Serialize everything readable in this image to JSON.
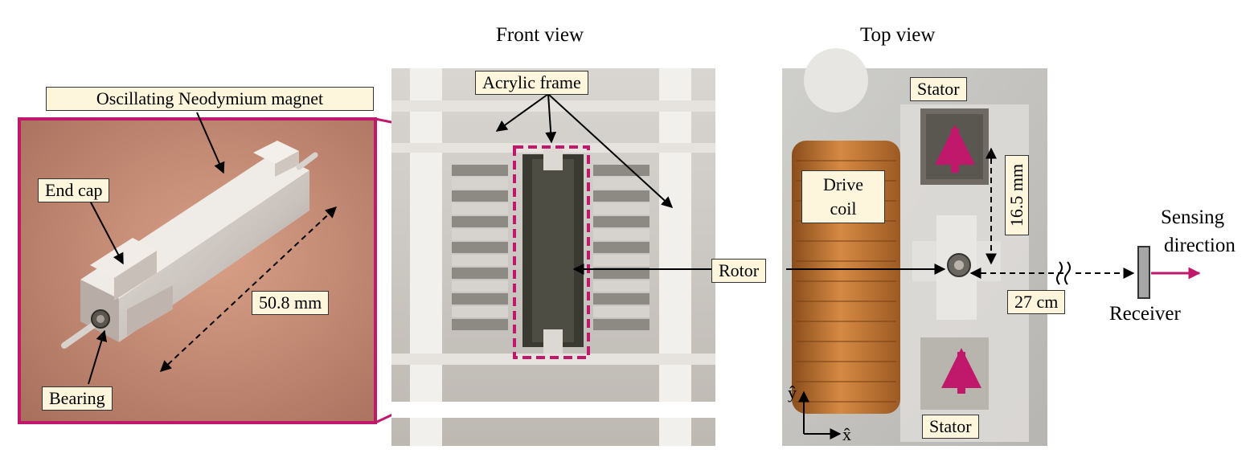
{
  "headings": {
    "front": "Front view",
    "top": "Top view"
  },
  "labels": {
    "magnet": "Oscillating Neodymium magnet",
    "end_cap": "End cap",
    "bearing": "Bearing",
    "length": "50.8 mm",
    "frame": "Acrylic frame",
    "rotor": "Rotor",
    "stator_top": "Stator",
    "stator_bottom": "Stator",
    "coil_line1": "Drive",
    "coil_line2": "coil",
    "gap": "16.5 mm",
    "distance": "27 cm",
    "sensing_line1": "Sensing",
    "sensing_line2": "direction",
    "receiver": "Receiver",
    "axis_y": "ŷ",
    "axis_x": "x̂"
  },
  "colors": {
    "accent": "#c0196b",
    "label_bg": "#fdf6dc",
    "copper": "#c47a35"
  }
}
